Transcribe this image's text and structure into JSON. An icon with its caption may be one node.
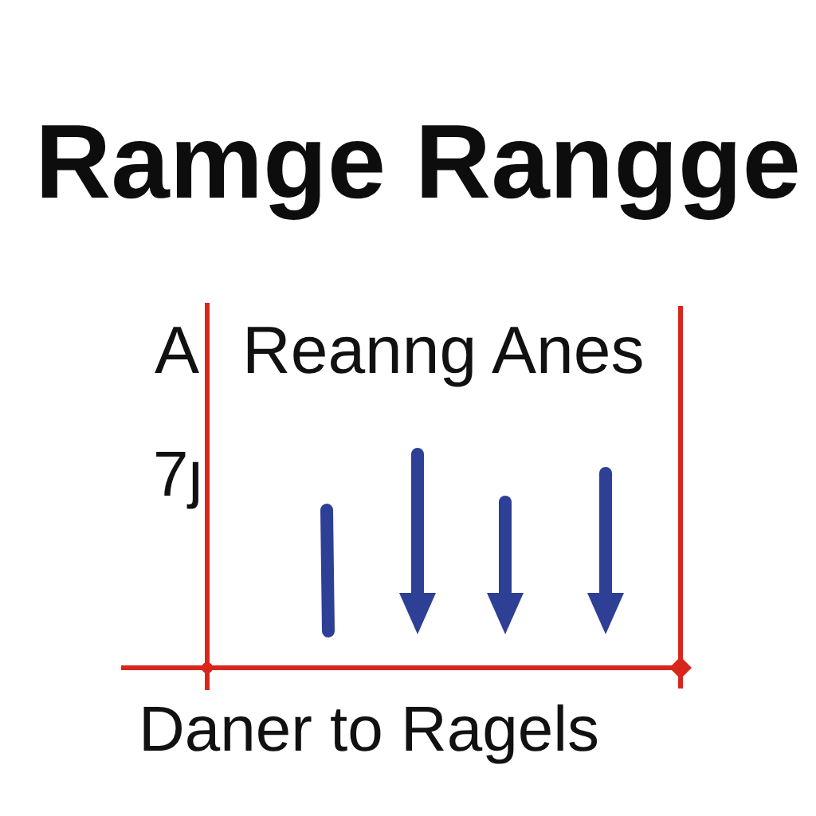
{
  "diagram": {
    "title": "Ramge Rangge",
    "labels": [
      "A",
      "Reanng Anes",
      "7ȷ",
      "Daner to Ragels"
    ]
  }
}
